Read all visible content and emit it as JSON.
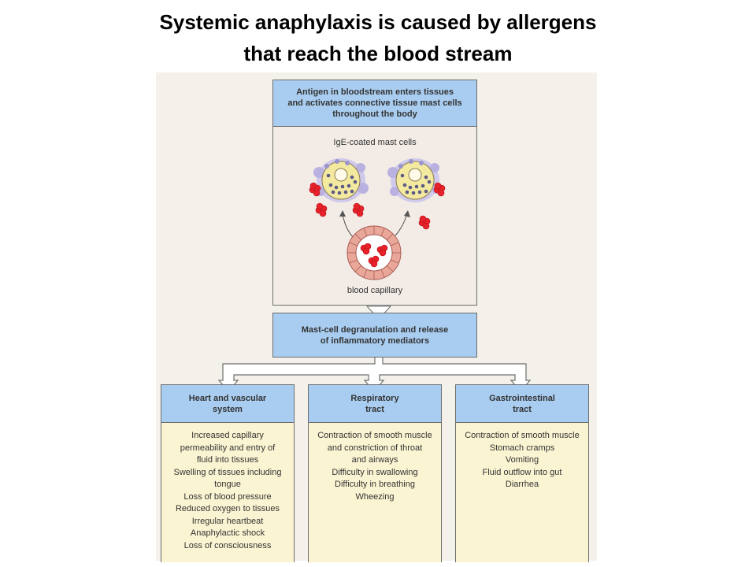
{
  "title": {
    "line1": "Systemic anaphylaxis is caused by allergens",
    "line2": "that reach the blood stream"
  },
  "top_box": {
    "header_lines": [
      "Antigen in bloodstream enters tissues",
      "and activates connective tissue mast cells",
      "throughout the body"
    ],
    "cells_label": "IgE-coated mast cells",
    "capillary_label": "blood capillary"
  },
  "middle_box": {
    "lines": [
      "Mast-cell degranulation and release",
      "of inflammatory mediators"
    ]
  },
  "columns": [
    {
      "header_lines": [
        "Heart and vascular",
        "system"
      ],
      "items": [
        "Increased capillary",
        "permeability and entry of",
        "fluid into tissues",
        "Swelling of tissues including",
        "tongue",
        "Loss of blood pressure",
        "Reduced oxygen to tissues",
        "Irregular heartbeat",
        "Anaphylactic shock",
        "Loss of consciousness"
      ]
    },
    {
      "header_lines": [
        "Respiratory",
        "tract"
      ],
      "items": [
        "Contraction of smooth muscle",
        "and constriction of throat",
        "and airways",
        "Difficulty in swallowing",
        "Difficulty in breathing",
        "Wheezing"
      ]
    },
    {
      "header_lines": [
        "Gastrointestinal",
        "tract"
      ],
      "items": [
        "Contraction of smooth muscle",
        "Stomach cramps",
        "Vomiting",
        "Fluid outflow into gut",
        "Diarrhea"
      ]
    }
  ],
  "colors": {
    "header_blue": "#a9cdf0",
    "body_tan": "#fbf4d2",
    "antigen_red": "#e8222a",
    "mast_cell_yellow": "#f3eaa0",
    "granule_purple": "#9b93cc"
  }
}
